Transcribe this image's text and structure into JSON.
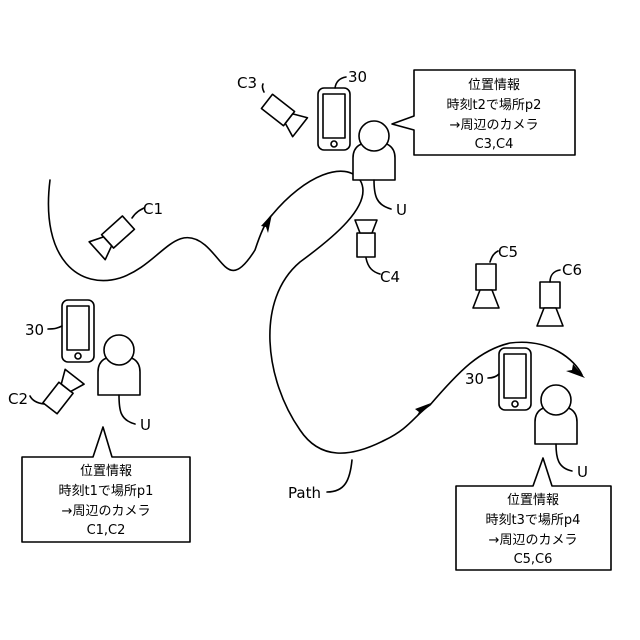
{
  "labels": {
    "terminal": "30",
    "user": "U",
    "path": "Path",
    "c1": "C1",
    "c2": "C2",
    "c3": "C3",
    "c4": "C4",
    "c5": "C5",
    "c6": "C6"
  },
  "callouts": [
    {
      "title": "位置情報",
      "line1": "時刻t1で場所p1",
      "line2": "→周辺のカメラ",
      "cameras": "C1,C2"
    },
    {
      "title": "位置情報",
      "line1": "時刻t2で場所p2",
      "line2": "→周辺のカメラ",
      "cameras": "C3,C4"
    },
    {
      "title": "位置情報",
      "line1": "時刻t3で場所p4",
      "line2": "→周辺のカメラ",
      "cameras": "C5,C6"
    }
  ]
}
